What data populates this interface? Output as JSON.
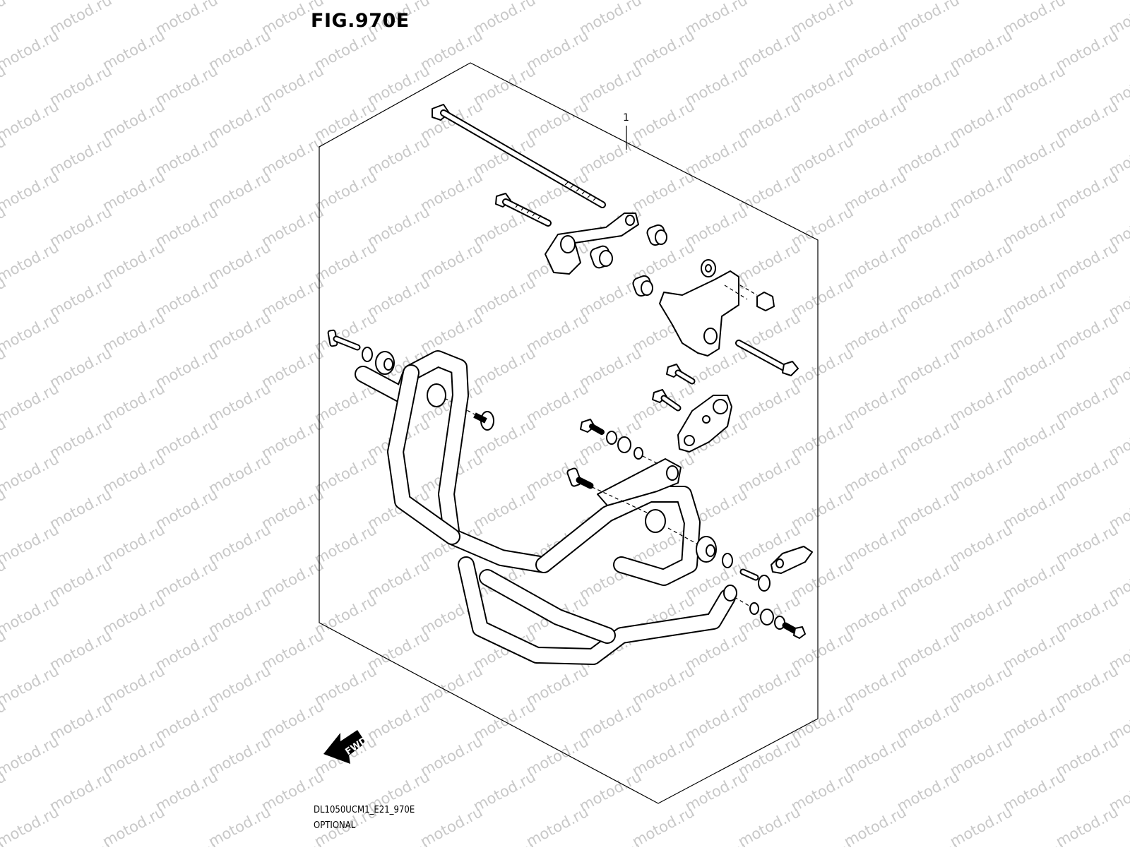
{
  "figure": {
    "title": "FIG.970E",
    "callout_number": "1",
    "model_code": "DL1050UCM1_E21_970E",
    "note": "OPTIONAL"
  },
  "watermark": {
    "text": "motod.ru",
    "color": "#c8c8c8"
  },
  "direction_badge": {
    "label": "FWD",
    "icon": "fwd-arrow-icon"
  },
  "parts": [
    {
      "id": "long-bolt-top",
      "icon": "bolt-icon"
    },
    {
      "id": "bolt-upper-left",
      "icon": "bolt-icon"
    },
    {
      "id": "upper-bracket-left",
      "icon": "bracket-icon"
    },
    {
      "id": "upper-bracket-right",
      "icon": "bracket-icon"
    },
    {
      "id": "collar",
      "icon": "collar-icon"
    },
    {
      "id": "long-bolt-right",
      "icon": "bolt-icon"
    },
    {
      "id": "mounting-plate",
      "icon": "plate-icon"
    },
    {
      "id": "engine-guard-bar",
      "icon": "guard-bar-icon"
    },
    {
      "id": "small-bracket",
      "icon": "bracket-icon"
    }
  ]
}
